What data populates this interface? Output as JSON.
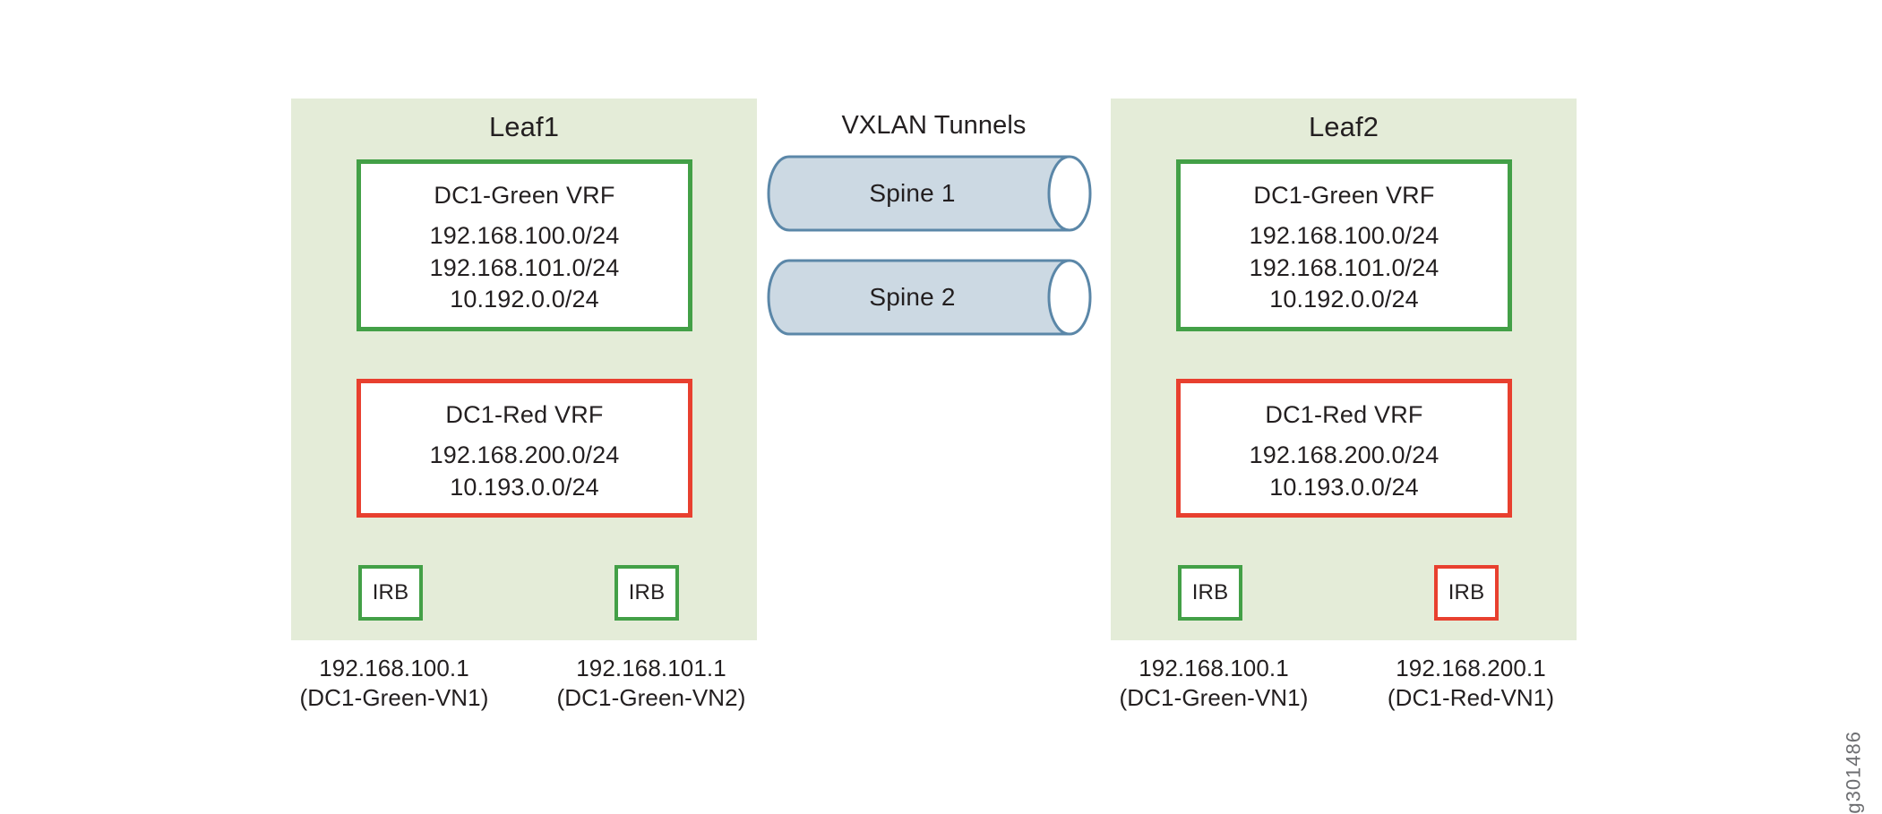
{
  "figure": {
    "id_watermark": "g301486"
  },
  "tunnels": {
    "title": "VXLAN Tunnels",
    "items": [
      {
        "label": "Spine 1",
        "name": "spine1"
      },
      {
        "label": "Spine 2",
        "name": "spine2"
      }
    ],
    "fill_color": "#ccd9e3",
    "stroke_color": "#5b87a8"
  },
  "colors": {
    "panel_background": "#e4ecd8",
    "green_accent": "#43a047",
    "red_accent": "#e8402f",
    "text": "#231f20",
    "watermark": "#6d6e71"
  },
  "leaves": [
    {
      "name": "leaf1",
      "title": "Leaf1",
      "vrfs": [
        {
          "name": "dc1-green-vrf",
          "title": "DC1-Green VRF",
          "color": "green",
          "subnets": [
            "192.168.100.0/24",
            "192.168.101.0/24",
            "10.192.0.0/24"
          ]
        },
        {
          "name": "dc1-red-vrf",
          "title": "DC1-Red VRF",
          "color": "red",
          "subnets": [
            "192.168.200.0/24",
            "10.193.0.0/24"
          ]
        }
      ],
      "irbs": [
        {
          "name": "irb-green-vn1",
          "label": "IRB",
          "color": "green",
          "address": "192.168.100.1",
          "network": "(DC1-Green-VN1)"
        },
        {
          "name": "irb-green-vn2",
          "label": "IRB",
          "color": "green",
          "address": "192.168.101.1",
          "network": "(DC1-Green-VN2)"
        }
      ]
    },
    {
      "name": "leaf2",
      "title": "Leaf2",
      "vrfs": [
        {
          "name": "dc1-green-vrf",
          "title": "DC1-Green VRF",
          "color": "green",
          "subnets": [
            "192.168.100.0/24",
            "192.168.101.0/24",
            "10.192.0.0/24"
          ]
        },
        {
          "name": "dc1-red-vrf",
          "title": "DC1-Red VRF",
          "color": "red",
          "subnets": [
            "192.168.200.0/24",
            "10.193.0.0/24"
          ]
        }
      ],
      "irbs": [
        {
          "name": "irb-green-vn1",
          "label": "IRB",
          "color": "green",
          "address": "192.168.100.1",
          "network": "(DC1-Green-VN1)"
        },
        {
          "name": "irb-red-vn1",
          "label": "IRB",
          "color": "red",
          "address": "192.168.200.1",
          "network": "(DC1-Red-VN1)"
        }
      ]
    }
  ]
}
